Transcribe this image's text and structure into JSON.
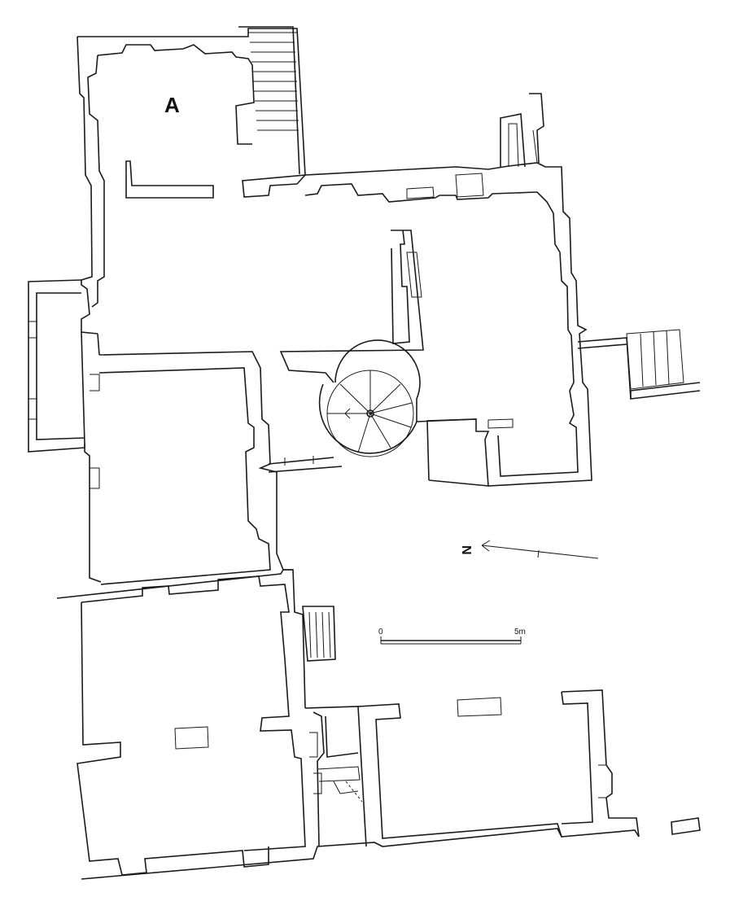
{
  "plan": {
    "room_label": "A",
    "north_label": "N",
    "scale": {
      "start": "0",
      "end": "5m"
    }
  },
  "icons": {
    "north_arrow": "north-arrow-icon",
    "spiral_stair": "spiral-staircase-icon"
  }
}
